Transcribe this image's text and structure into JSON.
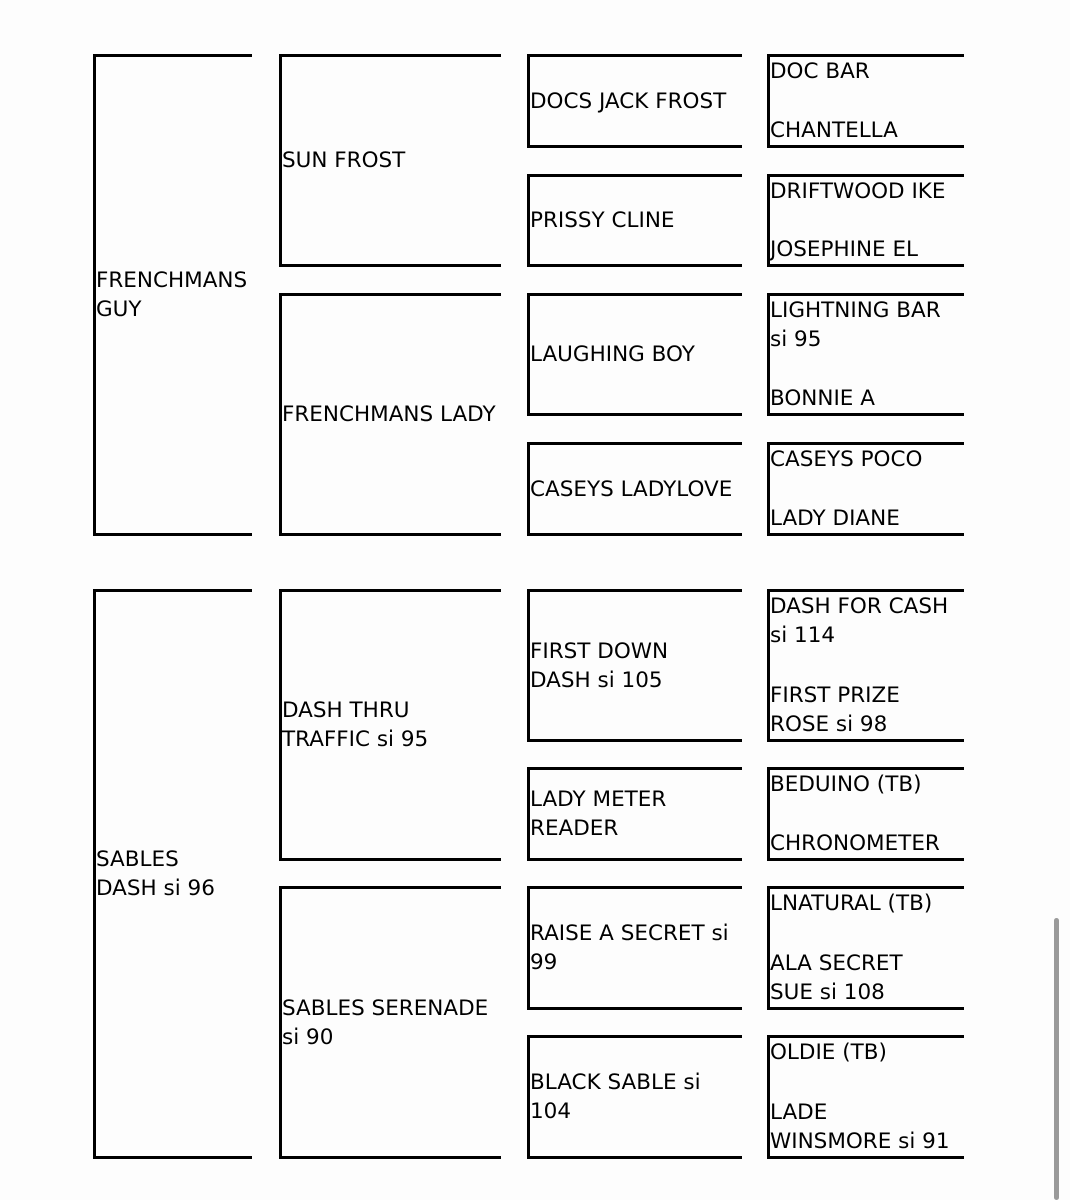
{
  "pedigree": {
    "top": {
      "sire": "FRENCHMANS GUY",
      "gen2": [
        "SUN FROST",
        "FRENCHMANS LADY"
      ],
      "gen3": [
        "DOCS JACK FROST",
        "PRISSY CLINE",
        "LAUGHING BOY",
        "CASEYS LADYLOVE"
      ],
      "gen4": [
        {
          "sire": "DOC BAR",
          "dam": "CHANTELLA"
        },
        {
          "sire": "DRIFTWOOD IKE",
          "dam": "JOSEPHINE EL"
        },
        {
          "sire": "LIGHTNING BAR si 95",
          "dam": "BONNIE A"
        },
        {
          "sire": "CASEYS POCO",
          "dam": "LADY DIANE"
        }
      ]
    },
    "bottom": {
      "dam": "SABLES DASH si 96",
      "gen2": [
        "DASH THRU TRAFFIC si 95",
        "SABLES SERENADE si 90"
      ],
      "gen3": [
        "FIRST DOWN DASH si 105",
        "LADY METER READER",
        "RAISE A SECRET si 99",
        "BLACK SABLE si 104"
      ],
      "gen4": [
        {
          "sire": "DASH FOR CASH si 114",
          "dam": "FIRST PRIZE ROSE si 98"
        },
        {
          "sire": "BEDUINO (TB)",
          "dam": "CHRONOMETER"
        },
        {
          "sire": "LNATURAL (TB)",
          "dam": "ALA SECRET SUE si 108"
        },
        {
          "sire": "OLDIE (TB)",
          "dam": "LADE WINSMORE si 91"
        }
      ]
    }
  }
}
